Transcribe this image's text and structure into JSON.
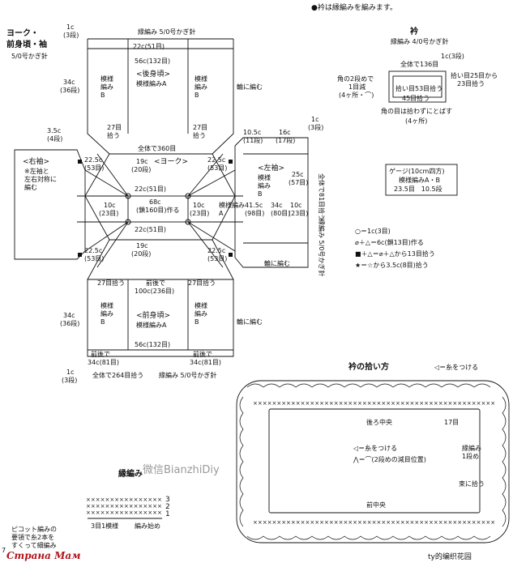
{
  "header_note": "●衿は縁編みを編みます。",
  "yoke": {
    "title_line1": "ヨーク・",
    "title_line2": "前身頃・袖",
    "needle": "5/0号かぎ針"
  },
  "back": {
    "title": "<後身頃>",
    "pattern": "模様編みA",
    "edge": "縁編み 5/0号かぎ針",
    "top_width": "22c(51目)",
    "width": "56c(132目)",
    "height_a": "1c",
    "height_a2": "(3段)",
    "height": "34c",
    "height2": "(36段)",
    "side_pattern": "模様\n編み\nB",
    "side_note": "輪に編む",
    "pick_left": "27目\n拾う",
    "pick_right": "27目\n拾う",
    "small_a": "3.5c",
    "small_a2": "(4段)"
  },
  "yoke_center": {
    "title": "<ヨーク>",
    "total": "全体で360目",
    "depth": "19c",
    "depth2": "(20段)",
    "top": "22c(51目)",
    "bottom": "22c(51目)",
    "neck": "68c",
    "neck2": "(鎖160目)作る",
    "side_left": "10c",
    "side_left2": "(23目)",
    "side_right": "10c",
    "side_right2": "(23目)",
    "diag_left_top": "22.5c",
    "diag_left_top2": "(53目)",
    "diag_right_top": "22.5c",
    "diag_right_top2": "(53目)",
    "diag_left_bot": "22.5c",
    "diag_left_bot2": "(53目)",
    "diag_right_bot": "22.5c",
    "diag_right_bot2": "(53目)",
    "depth_bot": "19c",
    "depth_bot2": "(20段)"
  },
  "right_sleeve": {
    "title": "<右袖>",
    "note": "※左袖と\n左右対称に\n編む"
  },
  "left_sleeve": {
    "title": "<左袖>",
    "pattern_a": "模様編み\nA",
    "pattern_b": "模様\n編み\nB",
    "w1": "10.5c",
    "w1b": "(11段)",
    "w2": "16c",
    "w2b": "(17段)",
    "w3": "1c",
    "w3b": "(3段)",
    "h1": "41.5c",
    "h1b": "(98目)",
    "h2": "34c",
    "h2b": "(80目)",
    "h3": "10c",
    "h3b": "(23目)",
    "cuff": "25c",
    "cuff2": "(57目)",
    "total_pick": "全体で81目拾う",
    "edge_note": "縁編み 5/0号かぎ針",
    "ring": "輪に編む"
  },
  "front": {
    "title": "<前身頃>",
    "pattern": "模様編みA",
    "side_pattern": "模様\n編み\nB",
    "width": "56c(132目)",
    "pick_top": "前後で",
    "pick_top2": "100c(236目)",
    "pick_left": "27目拾う",
    "pick_right": "27目拾う",
    "height": "34c",
    "height2": "(36段)",
    "foot_left": "前後で",
    "foot_left2": "34c(81目)",
    "foot_right": "前後で",
    "foot_right2": "34c(81目)",
    "total": "全体で264目拾う",
    "edge": "縁編み 5/0号かぎ針",
    "small_a": "1c",
    "small_a2": "(3段)",
    "ring": "輪に編む"
  },
  "collar": {
    "title": "衿",
    "subtitle": "縁編み 4/0号かぎ針",
    "total": "全体で136目",
    "rows": "1c(3段)",
    "pick_a": "角の2段めで",
    "pick_a2": "1目減",
    "pick_a3": "(4ヶ所・⌒)",
    "pick_b": "拾い目53目拾う",
    "pick_c": "45目拾う",
    "pick_d": "拾い目25目から",
    "pick_d2": "23目拾う",
    "corner": "角の目は拾わずにとばす",
    "corner2": "(4ヶ所)"
  },
  "gauge": {
    "title": "ゲージ(10cm四方)",
    "pattern": "模様編みA・B",
    "values": "23.5目　10.5段"
  },
  "legend": {
    "item1": "○＝1c(3目)",
    "item2": "⌀＋△＝6c(鎖13目)作る",
    "item3": "■＋△＝⌀＋△から13目拾う",
    "item4": "★＝☆から3.5c(8目)拾う"
  },
  "edging": {
    "title": "縁編み",
    "repeat": "3目1模様",
    "start": "編み始め",
    "picot": "ピコット編みの",
    "picot2": "要領で糸2本を",
    "picot3": "すくって細編み",
    "rows": [
      "3",
      "2",
      "1"
    ]
  },
  "collar_pickup": {
    "title": "衿の拾い方",
    "thread": "◁＝糸をつける",
    "back_center": "後ろ中央",
    "pick_17": "17目",
    "thread2": "◁＝糸をつける",
    "decrease": "⋀＝⌒(2段めの減目位置)",
    "edge_label": "縁編み",
    "first_row": "1段め",
    "bundle": "束に拾う",
    "front_center": "前中央"
  },
  "footer": {
    "brand_left": "Страна Мам",
    "watermark": "微信BianzhiDiy",
    "brand_right": "ty的编织花园",
    "page": "7"
  }
}
